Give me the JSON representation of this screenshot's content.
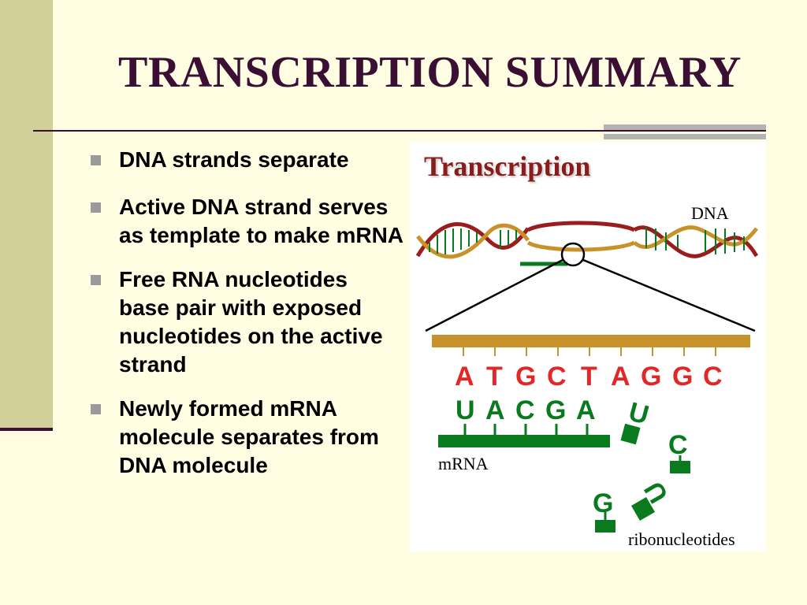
{
  "slide": {
    "title": "TRANSCRIPTION SUMMARY",
    "bullets": [
      "DNA strands separate",
      "Active DNA strand serves as template to make mRNA",
      "Free RNA nucleotides base pair with exposed nucleotides on the active strand",
      "Newly formed mRNA molecule separates from DNA molecule"
    ]
  },
  "figure": {
    "title": "Transcription",
    "dna_label": "DNA",
    "mrna_label": "mRNA",
    "ribo_label": "ribonucleotides",
    "dna_bases": [
      "A",
      "T",
      "G",
      "C",
      "T",
      "A",
      "G",
      "G",
      "C"
    ],
    "mrna_bases": [
      "U",
      "A",
      "C",
      "G",
      "A"
    ],
    "free_bases": [
      "U",
      "C",
      "U",
      "G"
    ],
    "colors": {
      "dna_base": "#e32727",
      "rna": "#0a7a1f",
      "dna_strand": "#c8922a",
      "helix_red": "#9b1c1c"
    }
  }
}
